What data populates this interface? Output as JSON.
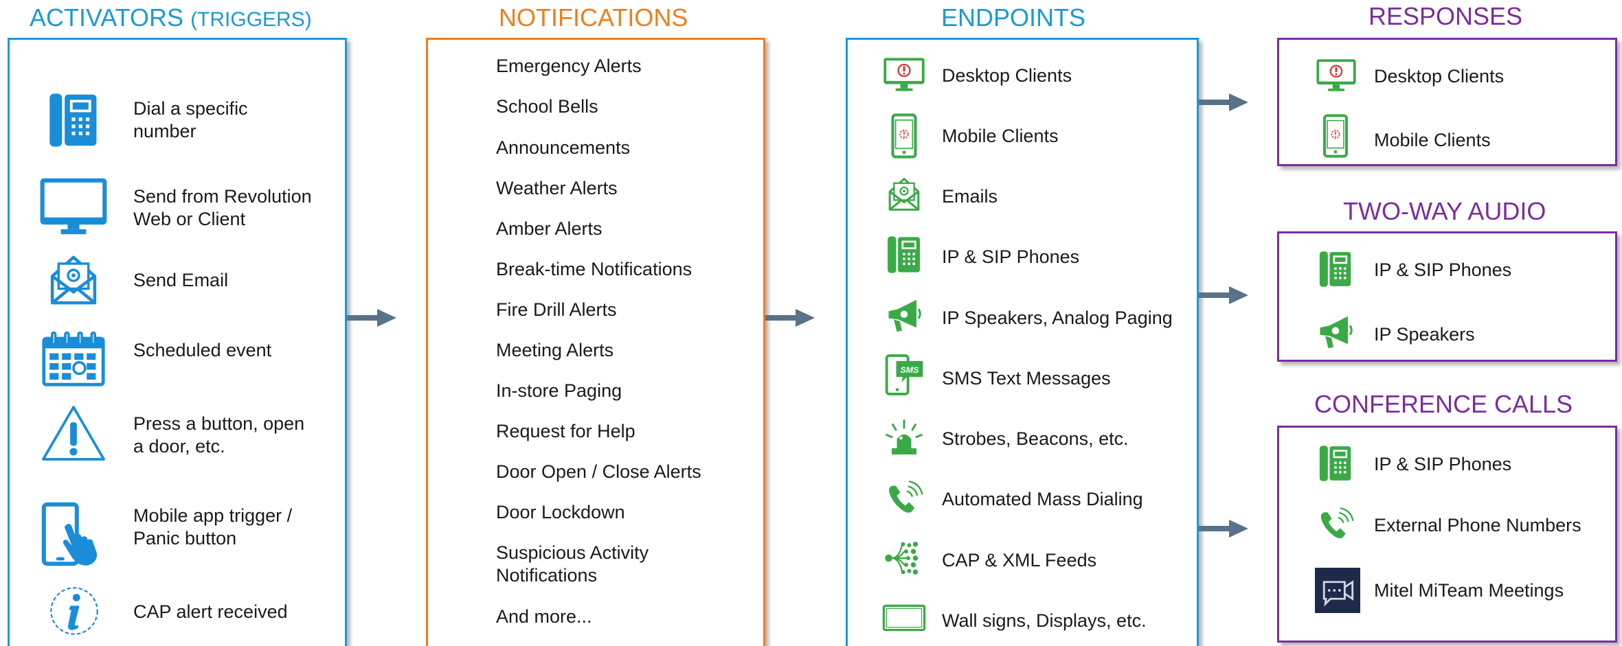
{
  "colors": {
    "activators": "#1a9ad6",
    "notifications": "#f07d1a",
    "endpoints": "#1a9ad6",
    "responses": "#7b2d9e",
    "endpoint_icon": "#3aaa47",
    "activator_icon": "#1a8dd8",
    "arrow": "#5a7188"
  },
  "activators": {
    "title": "ACTIVATORS",
    "subtitle": "(TRIGGERS)",
    "items": [
      {
        "label_line1": "Dial a specific",
        "label_line2": "number",
        "icon": "desk-phone-icon"
      },
      {
        "label_line1": "Send from Revolution",
        "label_line2": "Web or Client",
        "icon": "monitor-icon"
      },
      {
        "label_line1": "Send Email",
        "label_line2": "",
        "icon": "email-icon"
      },
      {
        "label_line1": "Scheduled event",
        "label_line2": "",
        "icon": "calendar-icon"
      },
      {
        "label_line1": "Press a button, open",
        "label_line2": "a door, etc.",
        "icon": "warning-icon"
      },
      {
        "label_line1": "Mobile app trigger /",
        "label_line2": "Panic button",
        "icon": "mobile-tap-icon"
      },
      {
        "label_line1": "CAP alert received",
        "label_line2": "",
        "icon": "info-icon"
      }
    ]
  },
  "notifications": {
    "title": "NOTIFICATIONS",
    "items": [
      {
        "label_line1": "Emergency Alerts",
        "label_line2": ""
      },
      {
        "label_line1": "School Bells",
        "label_line2": ""
      },
      {
        "label_line1": "Announcements",
        "label_line2": ""
      },
      {
        "label_line1": "Weather Alerts",
        "label_line2": ""
      },
      {
        "label_line1": "Amber Alerts",
        "label_line2": ""
      },
      {
        "label_line1": "Break-time Notifications",
        "label_line2": ""
      },
      {
        "label_line1": "Fire Drill Alerts",
        "label_line2": ""
      },
      {
        "label_line1": "Meeting Alerts",
        "label_line2": ""
      },
      {
        "label_line1": "In-store Paging",
        "label_line2": ""
      },
      {
        "label_line1": "Request for Help",
        "label_line2": ""
      },
      {
        "label_line1": "Door Open / Close Alerts",
        "label_line2": ""
      },
      {
        "label_line1": "Door Lockdown",
        "label_line2": ""
      },
      {
        "label_line1": "Suspicious Activity",
        "label_line2": "Notifications"
      },
      {
        "label_line1": "And more...",
        "label_line2": ""
      }
    ]
  },
  "endpoints": {
    "title": "ENDPOINTS",
    "items": [
      {
        "label": "Desktop Clients",
        "icon": "desktop-alert-icon"
      },
      {
        "label": "Mobile Clients",
        "icon": "mobile-alert-icon"
      },
      {
        "label": "Emails",
        "icon": "email-icon"
      },
      {
        "label": "IP & SIP Phones",
        "icon": "desk-phone-icon"
      },
      {
        "label": "IP Speakers, Analog Paging",
        "icon": "speaker-icon"
      },
      {
        "label": "SMS Text Messages",
        "icon": "sms-icon"
      },
      {
        "label": "Strobes, Beacons, etc.",
        "icon": "beacon-icon"
      },
      {
        "label": "Automated Mass Dialing",
        "icon": "phone-call-icon"
      },
      {
        "label": "CAP & XML Feeds",
        "icon": "feed-icon"
      },
      {
        "label": "Wall signs, Displays, etc.",
        "icon": "display-icon"
      }
    ]
  },
  "responses": {
    "title": "RESPONSES",
    "items": [
      {
        "label": "Desktop Clients",
        "icon": "desktop-alert-icon"
      },
      {
        "label": "Mobile Clients",
        "icon": "mobile-alert-icon"
      }
    ]
  },
  "two_way_audio": {
    "title": "TWO-WAY AUDIO",
    "items": [
      {
        "label": "IP & SIP Phones",
        "icon": "desk-phone-icon"
      },
      {
        "label": "IP Speakers",
        "icon": "speaker-icon"
      }
    ]
  },
  "conference_calls": {
    "title": "CONFERENCE CALLS",
    "items": [
      {
        "label": "IP & SIP Phones",
        "icon": "desk-phone-icon"
      },
      {
        "label": "External Phone Numbers",
        "icon": "phone-call-icon"
      },
      {
        "label": "Mitel MiTeam Meetings",
        "icon": "miteam-icon"
      }
    ]
  }
}
